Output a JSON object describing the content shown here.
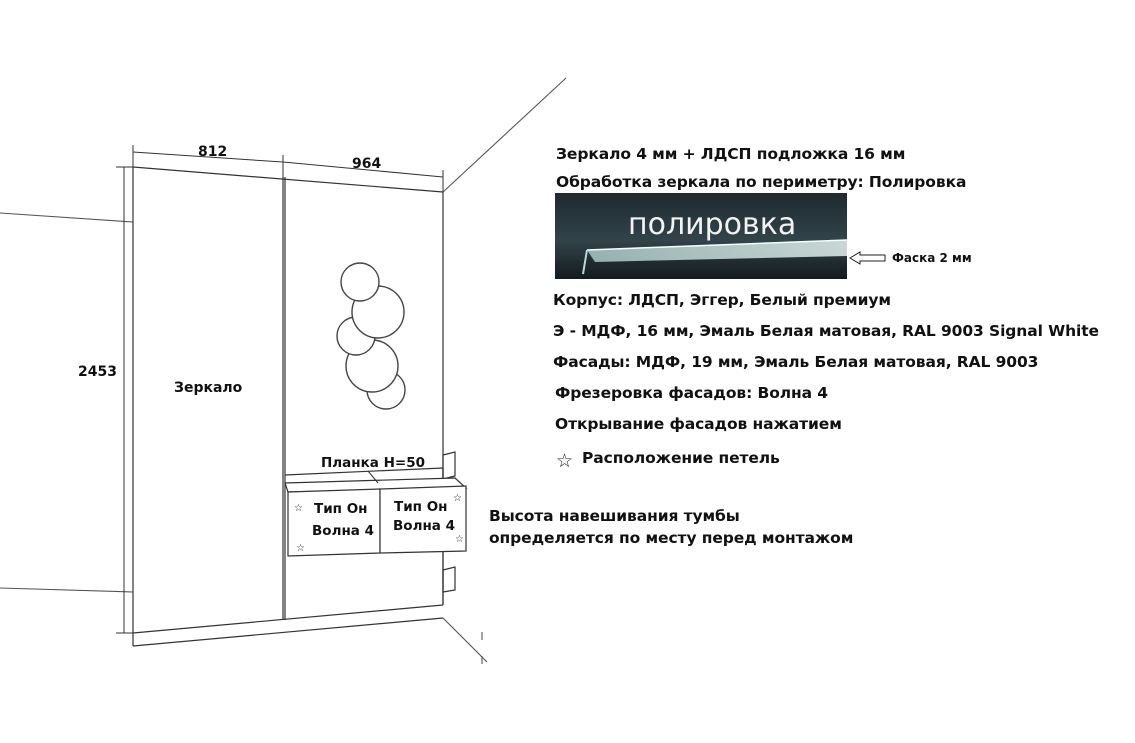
{
  "dimensions": {
    "width_left": "812",
    "width_right": "964",
    "height": "2453"
  },
  "labels": {
    "mirror": "Зеркало",
    "plank": "Планка Н=50",
    "facade_left_line1": "Тип Он",
    "facade_left_line2": "Волна 4",
    "facade_right_line1": "Тип Он",
    "facade_right_line2": "Волна 4",
    "chamfer": "Фаска 2 мм",
    "polish_image_text": "полировка"
  },
  "specs": {
    "mirror": "Зеркало 4 мм + ЛДСП подложка 16 мм",
    "mirror_processing": "Обработка зеркала по периметру: Полировка",
    "body": "Корпус: ЛДСП, Эггер, Белый премиум",
    "e_mdf": "Э - МДФ, 16 мм, Эмаль Белая матовая, RAL 9003 Signal White",
    "facades": "Фасады: МДФ, 19 мм, Эмаль Белая матовая, RAL 9003",
    "milling": "Фрезеровка фасадов: Волна 4",
    "opening": "Открывание фасадов нажатием",
    "hinges_icon": "star-outline",
    "hinges": "Расположение петель"
  },
  "note": {
    "line1": "Высота навешивания тумбы",
    "line2": "определяется по месту перед монтажом"
  }
}
